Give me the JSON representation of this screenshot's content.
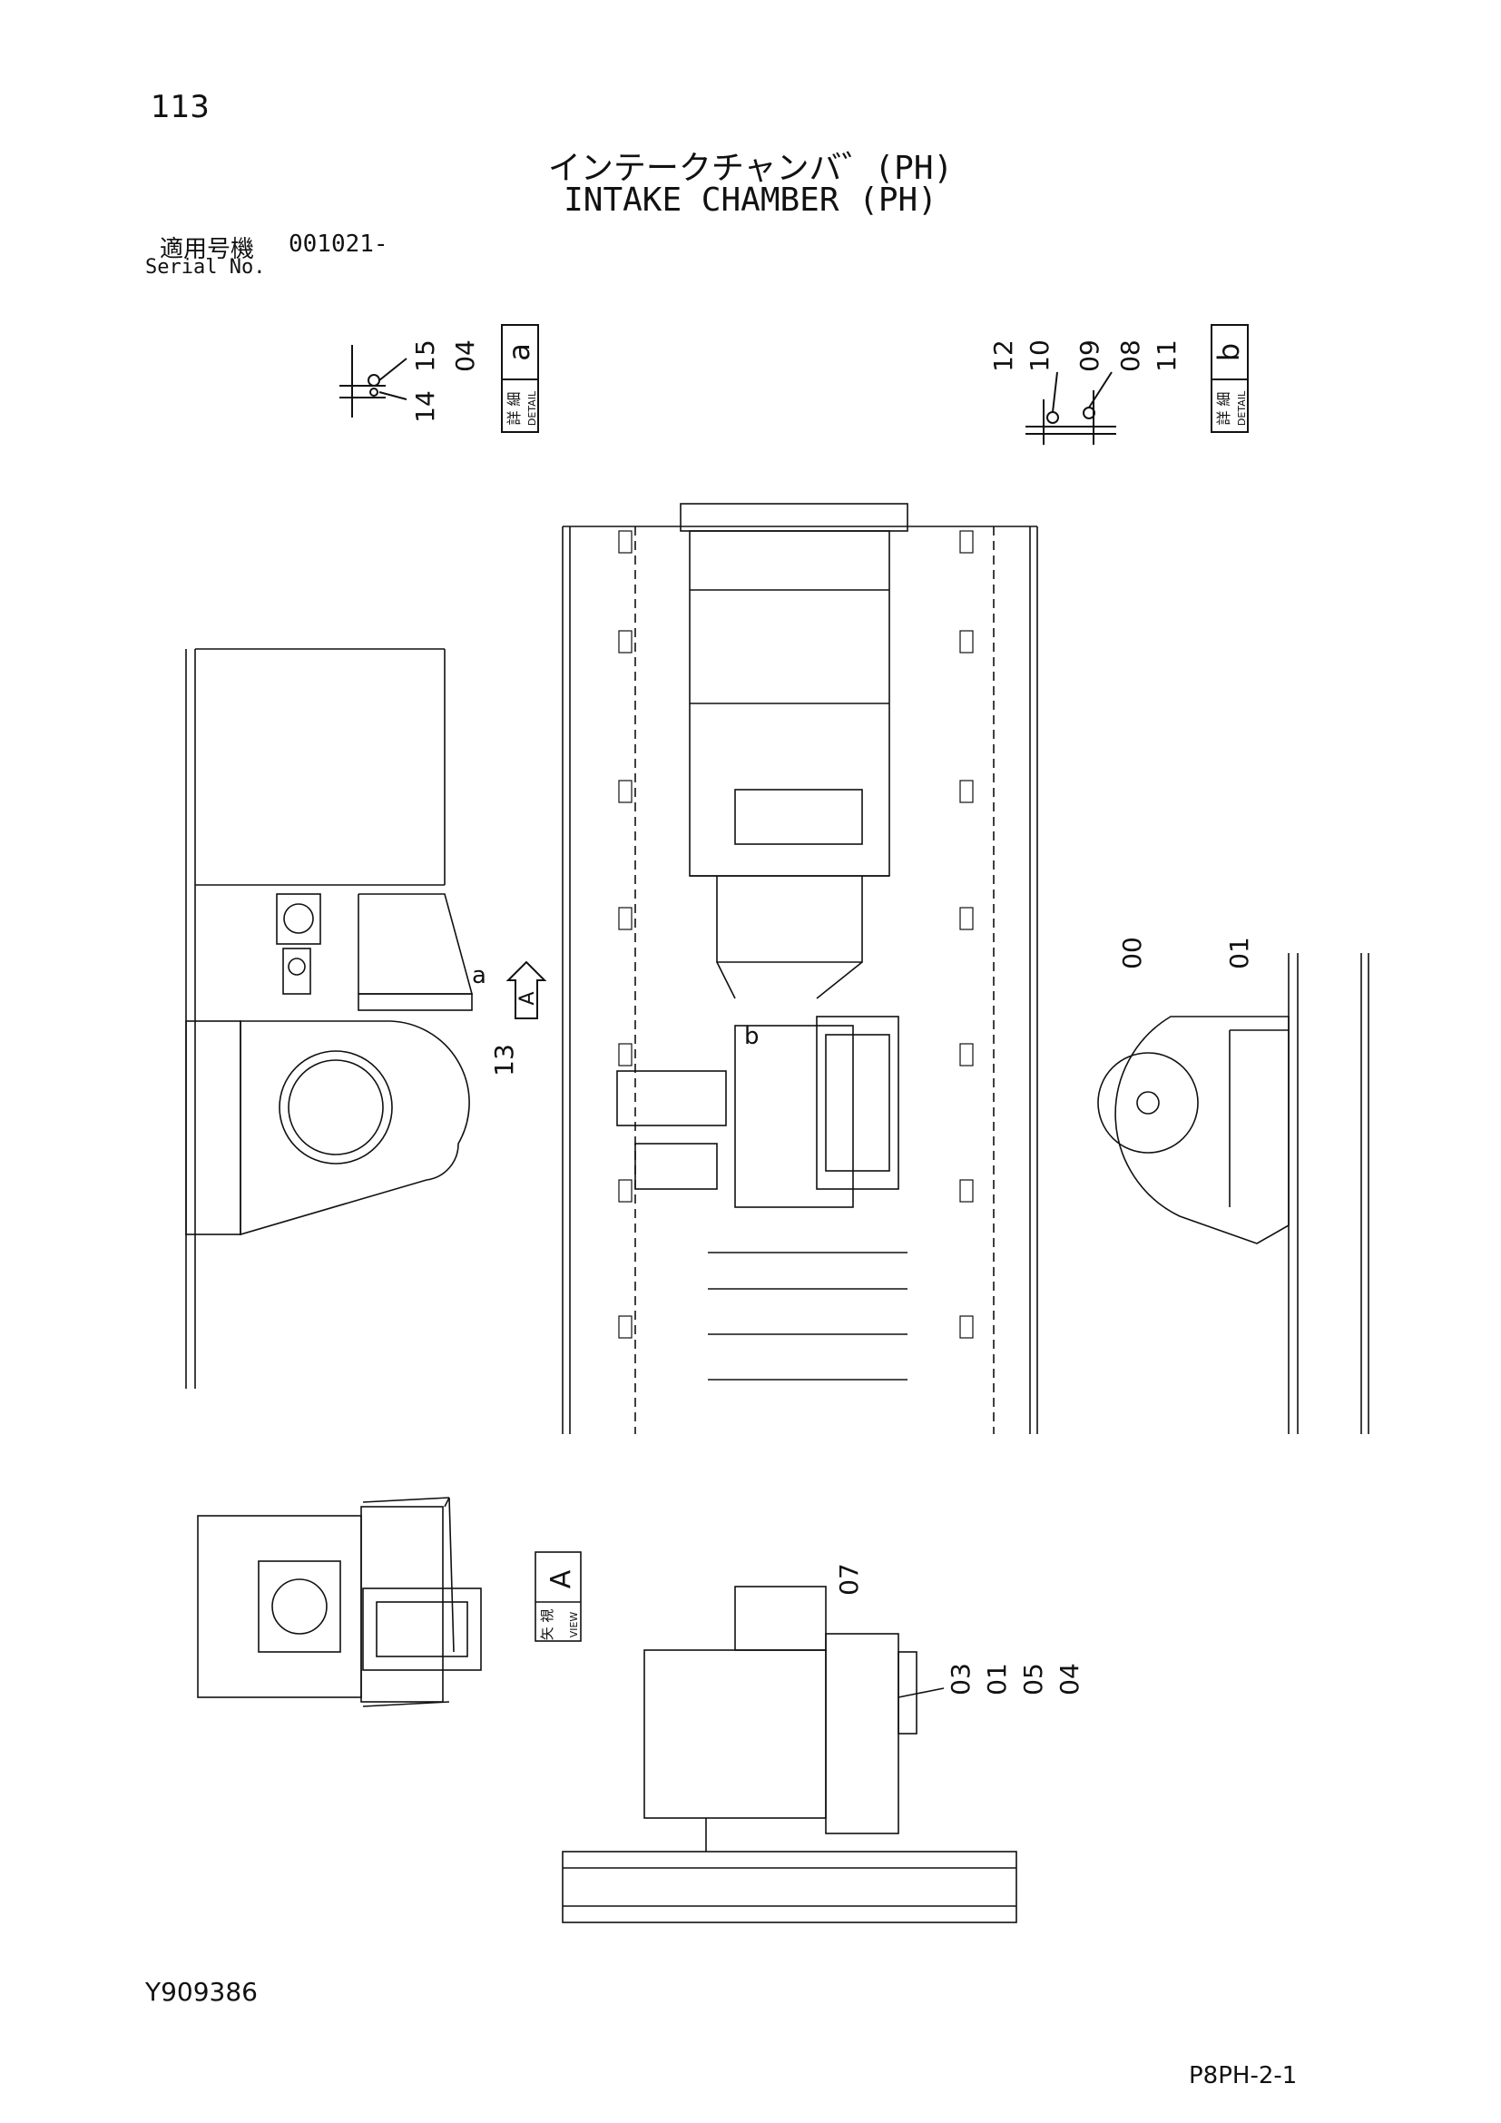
{
  "page_number": "113",
  "title_ja": "インテークチャンバ゛(PH)",
  "title_en": "INTAKE CHAMBER (PH)",
  "serial": {
    "label_ja": "適用号機",
    "value": "001021-",
    "label_en": "Serial No."
  },
  "detail_a": {
    "letter": "a",
    "label_ja": "詳 細",
    "label_en": "DETAIL",
    "parts": [
      "15",
      "04",
      "14"
    ]
  },
  "detail_b": {
    "letter": "b",
    "label_ja": "詳 細",
    "label_en": "DETAIL",
    "parts": [
      "12",
      "10",
      "09",
      "08",
      "11"
    ]
  },
  "view_a": {
    "letter": "A",
    "label_ja": "矢 視",
    "label_en": "VIEW"
  },
  "arrow_a": {
    "letter": "A"
  },
  "callouts": {
    "a": "a",
    "b": "b",
    "p13": "13",
    "p00": "00",
    "p01": "01",
    "p07": "07"
  },
  "group_parts": [
    "03",
    "01",
    "05",
    "04"
  ],
  "doc_id": "Y909386",
  "sheet_id": "P8PH-2-1"
}
